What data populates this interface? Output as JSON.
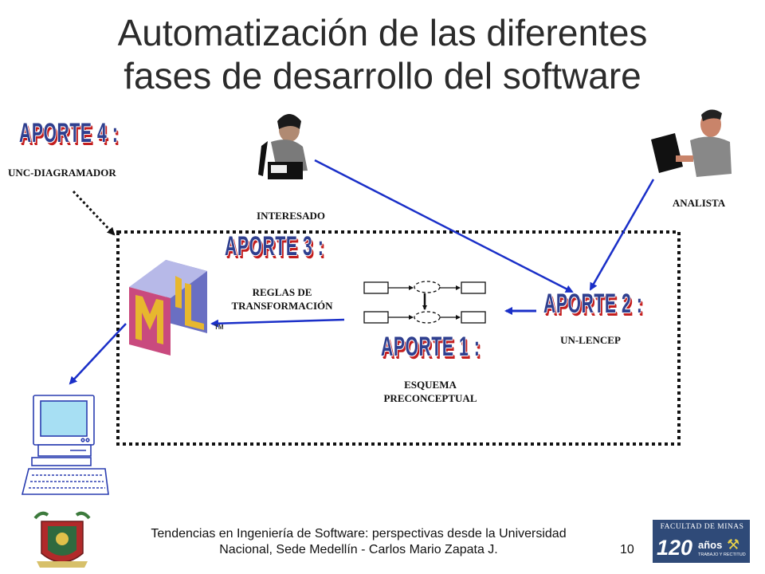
{
  "title_line1": "Automatización de las diferentes",
  "title_line2": "fases de desarrollo del software",
  "aporte4": "APORTE 4 :",
  "aporte3": "APORTE 3 :",
  "aporte2": "APORTE 2 :",
  "aporte1": "APORTE 1 :",
  "unc_diagramador": "UNC-DIAGRAMADOR",
  "interesado": "INTERESADO",
  "analista": "ANALISTA",
  "reglas_line1": "REGLAS DE",
  "reglas_line2": "TRANSFORMACIÓN",
  "un_lencep": "UN-LENCEP",
  "esquema_line1": "ESQUEMA",
  "esquema_line2": "PRECONCEPTUAL",
  "tm": "TM",
  "footer_line1": "Tendencias en Ingeniería de Software: perspectivas desde la Universidad",
  "footer_line2": "Nacional, Sede Medellín - Carlos Mario Zapata J.",
  "page_number": "10",
  "faculty_name": "FACULTAD DE MINAS",
  "anos_number": "120",
  "anos_word": "años",
  "anos_tagline": "TRABAJO Y RECTITUD"
}
